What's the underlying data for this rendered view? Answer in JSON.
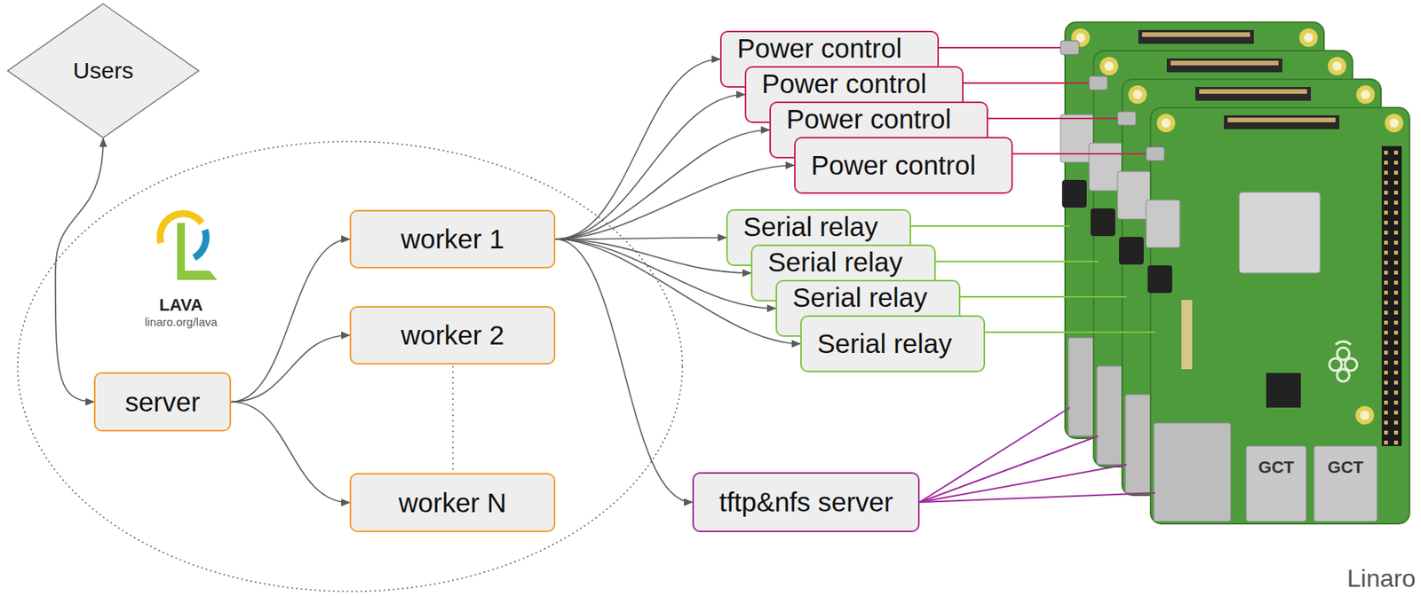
{
  "diagram": {
    "nodes": [
      {
        "text": [
          "Users"
        ]
      },
      {
        "text": [
          "LAVA",
          "linaro.org/lava"
        ]
      },
      {
        "text": [
          "server"
        ],
        "in": 1
      },
      {
        "text": [
          "worker 1"
        ],
        "in": 1
      },
      {
        "text": [
          "worker 2"
        ],
        "in": 1
      },
      {
        "text": [
          "worker N"
        ],
        "in": 1
      },
      {
        "text": [
          "Power control"
        ]
      },
      {
        "text": [
          "Power control"
        ]
      },
      {
        "text": [
          "Power control"
        ]
      },
      {
        "text": [
          "Power control"
        ]
      },
      {
        "text": [
          "Serial relay"
        ]
      },
      {
        "text": [
          "Serial relay"
        ]
      },
      {
        "text": [
          "Serial relay"
        ]
      },
      {
        "text": [
          "Serial relay"
        ]
      },
      {
        "text": [
          "tftp&nfs server"
        ]
      }
    ],
    "edges": [
      {
        "from": 0,
        "to": 2,
        "arrow": "both"
      },
      {
        "from": 2,
        "to": 3,
        "arrow": "to"
      },
      {
        "from": 2,
        "to": 4,
        "arrow": "to"
      },
      {
        "from": 2,
        "to": 5,
        "arrow": "to"
      },
      {
        "from": 3,
        "to": 6,
        "arrow": "to"
      },
      {
        "from": 3,
        "to": 7,
        "arrow": "to"
      },
      {
        "from": 3,
        "to": 8,
        "arrow": "to"
      },
      {
        "from": 3,
        "to": 9,
        "arrow": "to"
      },
      {
        "from": 3,
        "to": 10,
        "arrow": "to"
      },
      {
        "from": 3,
        "to": 11,
        "arrow": "to"
      },
      {
        "from": 3,
        "to": 12,
        "arrow": "to"
      },
      {
        "from": 3,
        "to": 13,
        "arrow": "to"
      },
      {
        "from": 3,
        "to": 14,
        "arrow": "to"
      }
    ],
    "labels": [
      "GCT",
      "GCT",
      "Linaro"
    ]
  }
}
